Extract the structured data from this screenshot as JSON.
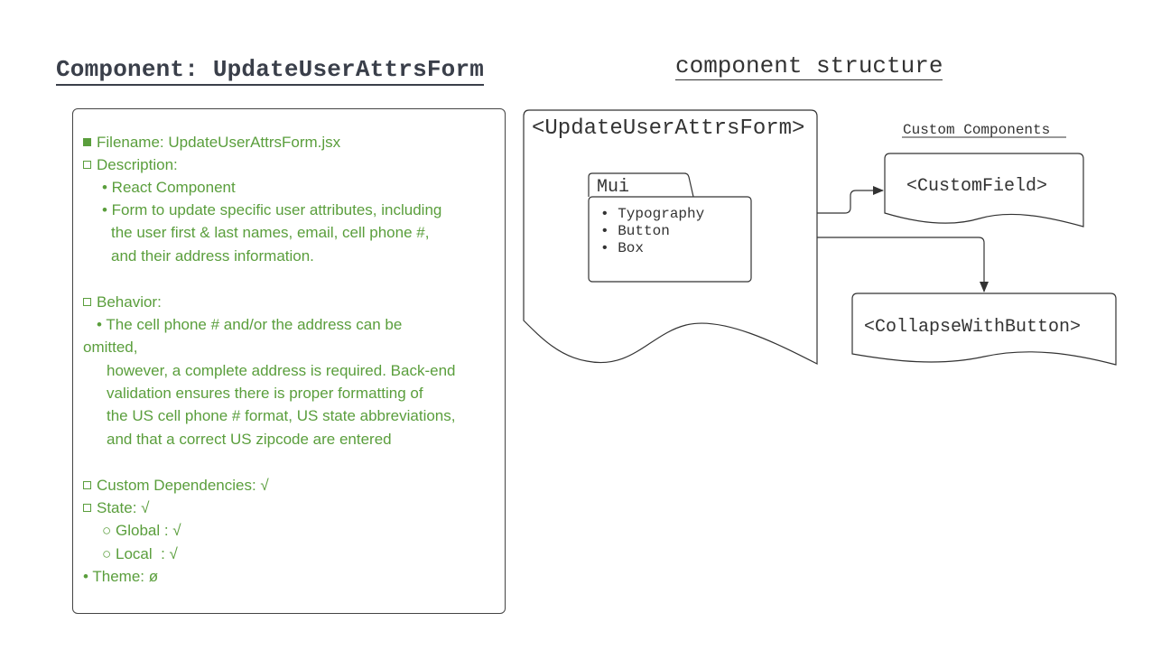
{
  "title": "Component: UpdateUserAttrsForm",
  "structure_title": "component structure",
  "info": {
    "filename": "Filename: UpdateUserAttrsForm.jsx",
    "description_label": "Description:",
    "desc_item1": "• React Component",
    "desc_item2_line1": "• Form to update specific user attributes, including",
    "desc_item2_line2": "the user first & last names, email, cell phone #,",
    "desc_item2_line3": "and their address information.",
    "behavior_label": "Behavior:",
    "behavior_line1": "• The cell phone # and/or the address can be",
    "behavior_line2": "omitted,",
    "behavior_line3": "however, a complete address is required. Back-end",
    "behavior_line4": "validation ensures there is proper formatting of",
    "behavior_line5": "the US cell phone # format, US state abbreviations,",
    "behavior_line6": "and that a correct US zipcode are entered",
    "custom_deps": "Custom Dependencies: √",
    "state": "State: √",
    "global": "○ Global : √",
    "local": "○ Local  : √",
    "theme": "• Theme: ø"
  },
  "diagram": {
    "main_component": "<UpdateUserAttrsForm>",
    "mui_label": "Mui",
    "mui_items": [
      "• Typography",
      "• Button",
      "• Box"
    ],
    "custom_components_label": "Custom Components",
    "custom_field": "<CustomField>",
    "collapse_with_button": "<CollapseWithButton>"
  },
  "colors": {
    "green_text": "#5a9e3c",
    "line": "#333333"
  }
}
